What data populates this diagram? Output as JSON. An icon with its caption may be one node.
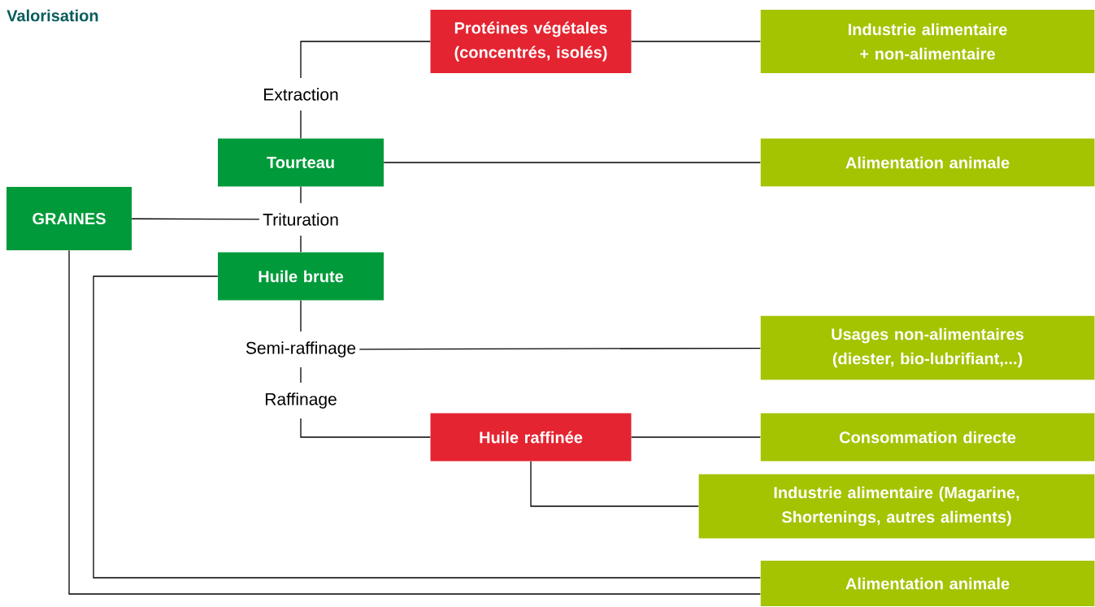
{
  "diagram": {
    "title": "Valorisation",
    "nodes": [
      {
        "text": [
          "GRAINES"
        ]
      },
      {
        "text": [
          "Trituration"
        ]
      },
      {
        "text": [
          "Tourteau"
        ]
      },
      {
        "text": [
          "Extraction"
        ]
      },
      {
        "text": [
          "Protéines végétales (concentrés, isolés)"
        ]
      },
      {
        "text": [
          "Industrie alimentaire + non-alimentaire"
        ]
      },
      {
        "text": [
          "Alimentation animale"
        ]
      },
      {
        "text": [
          "Huile brute"
        ]
      },
      {
        "text": [
          "Semi-raffinage"
        ]
      },
      {
        "text": [
          "Usages non-alimentaires (diester, bio-lubrifiant,...)"
        ]
      },
      {
        "text": [
          "Raffinage"
        ]
      },
      {
        "text": [
          "Huile raffinée"
        ]
      },
      {
        "text": [
          "Consommation directe"
        ]
      },
      {
        "text": [
          "Industrie alimentaire (Magarine, Shortenings, autres aliments)"
        ]
      },
      {
        "text": [
          "Alimentation animale"
        ]
      }
    ],
    "edges": [
      {
        "from": 0,
        "to": 1,
        "arrow": "none"
      },
      {
        "from": 1,
        "to": 2,
        "arrow": "none"
      },
      {
        "from": 1,
        "to": 7,
        "arrow": "none"
      },
      {
        "from": 2,
        "to": 3,
        "arrow": "none"
      },
      {
        "from": 3,
        "to": 4,
        "arrow": "none"
      },
      {
        "from": 4,
        "to": 5,
        "arrow": "none"
      },
      {
        "from": 2,
        "to": 6,
        "arrow": "none"
      },
      {
        "from": 7,
        "to": 8,
        "arrow": "none"
      },
      {
        "from": 8,
        "to": 9,
        "arrow": "none"
      },
      {
        "from": 8,
        "to": 10,
        "arrow": "none"
      },
      {
        "from": 10,
        "to": 11,
        "arrow": "none"
      },
      {
        "from": 11,
        "to": 12,
        "arrow": "none"
      },
      {
        "from": 11,
        "to": 13,
        "arrow": "none"
      },
      {
        "from": 7,
        "to": 14,
        "arrow": "none"
      },
      {
        "from": 0,
        "to": 14,
        "arrow": "none"
      }
    ]
  }
}
